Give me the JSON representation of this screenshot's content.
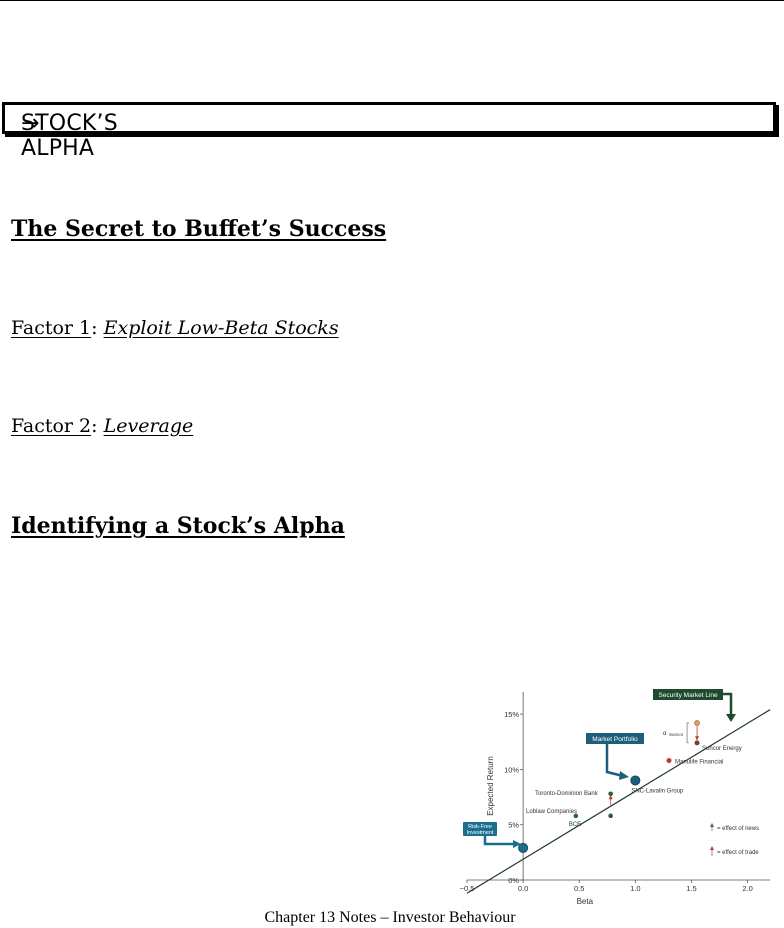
{
  "section": {
    "title": "STOCK’S ALPHA",
    "arrow": "→"
  },
  "headings": {
    "buffett": "The Secret to Buffet’s Success",
    "alpha": "Identifying a Stock’s Alpha"
  },
  "factors": [
    {
      "label": "Factor 1",
      "sep": ": ",
      "value": "Exploit Low-Beta Stocks"
    },
    {
      "label": "Factor 2",
      "sep": ": ",
      "value": "Leverage"
    }
  ],
  "footer": "Chapter 13 Notes – Investor Behaviour",
  "chart_data": {
    "type": "scatter",
    "xlabel": "Beta",
    "ylabel": "Expected Return",
    "xlim": [
      -0.5,
      2.2
    ],
    "ylim": [
      0,
      17
    ],
    "x_ticks": [
      "−0.5",
      "0.0",
      "0.5",
      "1.0",
      "1.5",
      "2.0"
    ],
    "y_ticks": [
      "0%",
      "5%",
      "10%",
      "15%"
    ],
    "line": {
      "name": "Security Market Line",
      "x": [
        -0.5,
        2.2
      ],
      "y": [
        -1.2,
        15.4
      ]
    },
    "points": [
      {
        "label": "Risk-Free Investment",
        "x": 0.0,
        "y": 2.9
      },
      {
        "label": "BCE",
        "x": 0.47,
        "y": 5.8
      },
      {
        "label": "Loblaw Companies",
        "x": 0.78,
        "y": 5.8
      },
      {
        "label": "Toronto-Dominion Bank",
        "x": 0.78,
        "y": 7.8
      },
      {
        "label": "Market Portfolio",
        "x": 1.0,
        "y": 9.0
      },
      {
        "label": "SNC-Lavalin Group",
        "x": 1.0,
        "y": 9.0
      },
      {
        "label": "Manulife Financial",
        "x": 1.3,
        "y": 10.8
      },
      {
        "label": "Suncor Energy",
        "x": 1.55,
        "y": 12.4
      },
      {
        "label": "Suncor (α)",
        "x": 1.55,
        "y": 14.2
      }
    ],
    "alpha_label": "α",
    "alpha_sub": "Suncor",
    "legend": [
      "= effect of news",
      "= effect of trade"
    ],
    "colors": {
      "line": "#1f3a2a",
      "teal": "#1a6e8e",
      "green": "#2a5e3a",
      "red": "#c0392b",
      "orange": "#e0a060"
    }
  }
}
